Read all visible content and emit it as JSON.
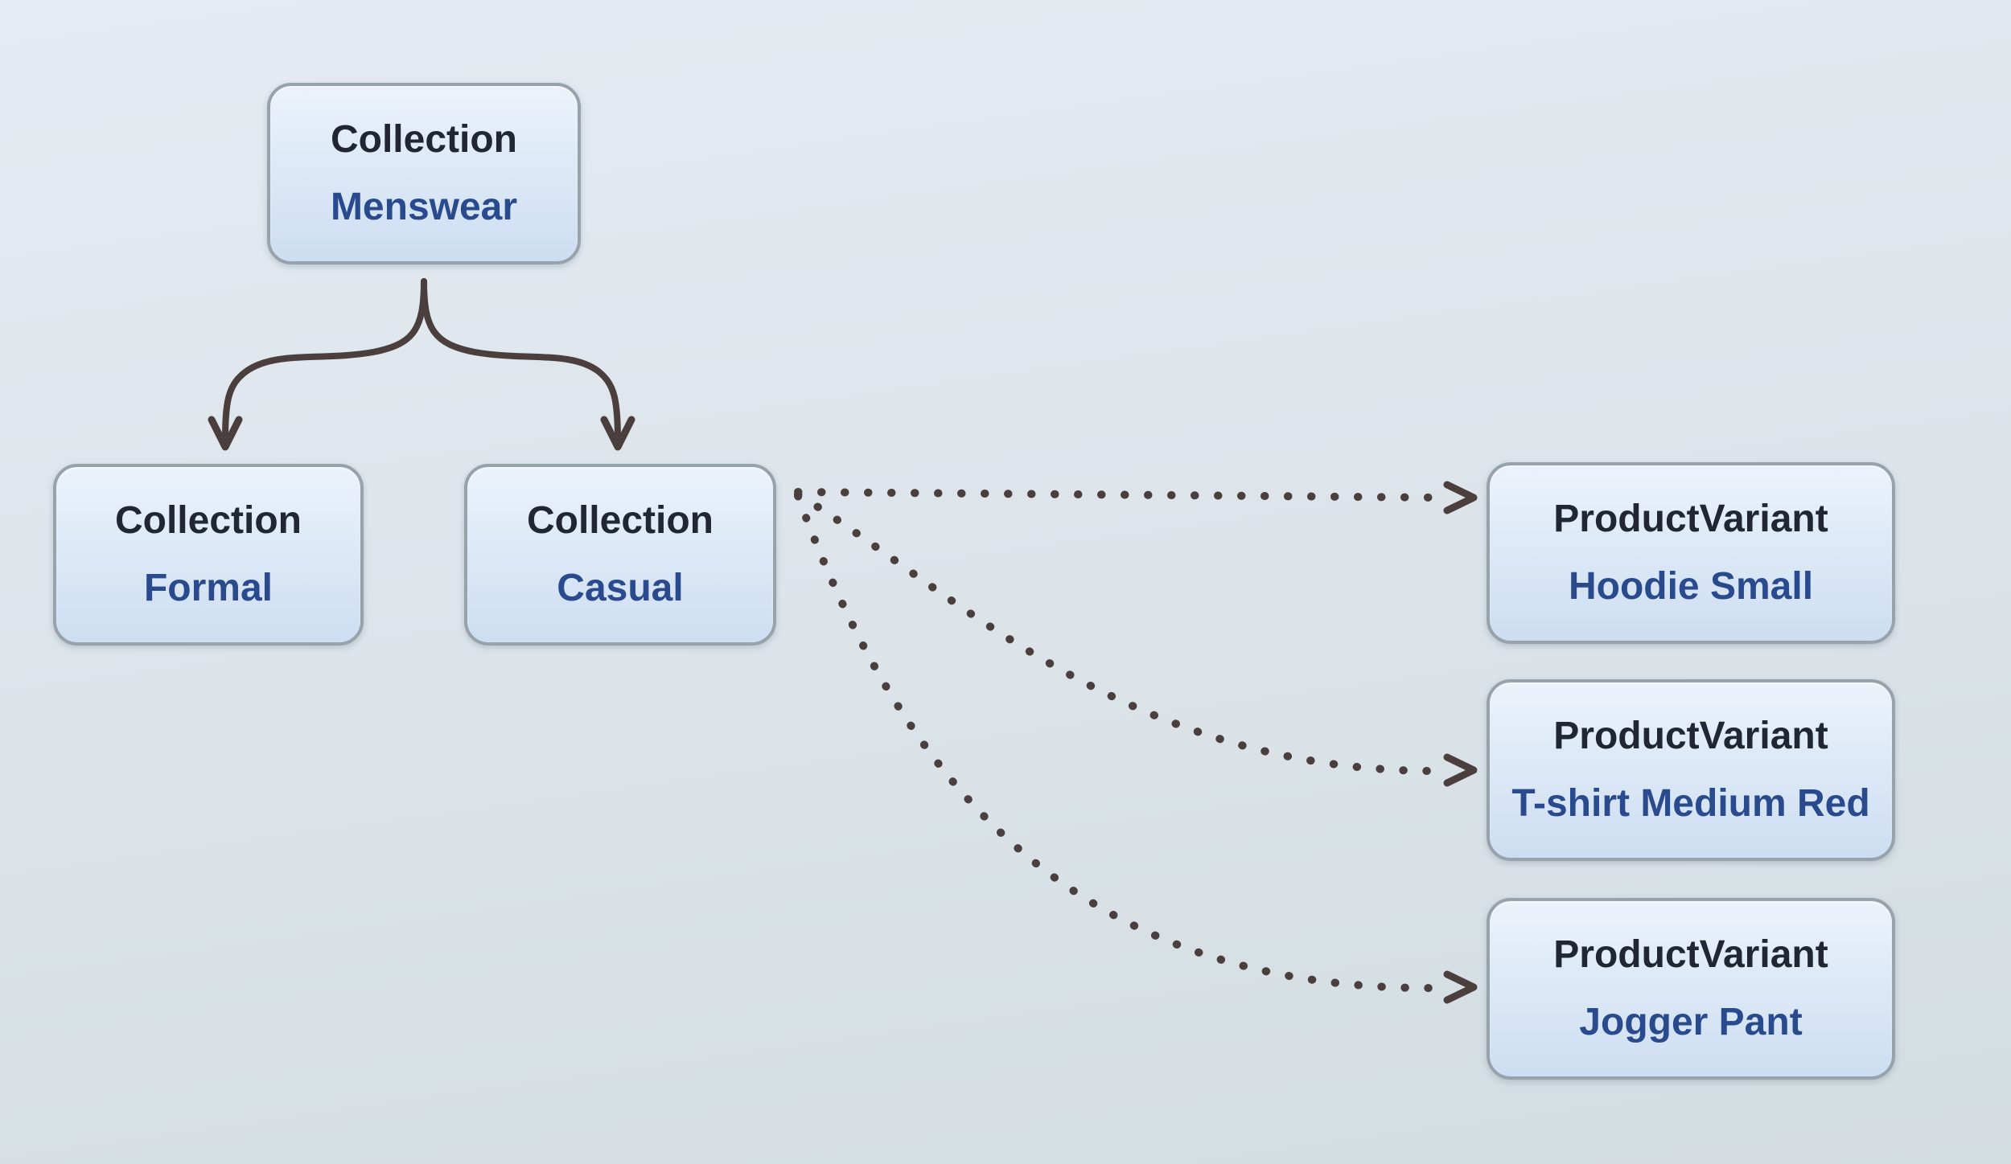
{
  "diagram": {
    "nodes": {
      "menswear": {
        "type": "Collection",
        "name": "Menswear"
      },
      "formal": {
        "type": "Collection",
        "name": "Formal"
      },
      "casual": {
        "type": "Collection",
        "name": "Casual"
      },
      "hoodie": {
        "type": "ProductVariant",
        "name": "Hoodie Small"
      },
      "tshirt": {
        "type": "ProductVariant",
        "name": "T-shirt Medium Red"
      },
      "jogger": {
        "type": "ProductVariant",
        "name": "Jogger Pant"
      }
    },
    "edges": [
      {
        "from": "Menswear",
        "to": "Formal",
        "style": "solid-curved-arrow"
      },
      {
        "from": "Menswear",
        "to": "Casual",
        "style": "solid-curved-arrow"
      },
      {
        "from": "Casual",
        "to": "Hoodie Small",
        "style": "dotted-curved-arrow"
      },
      {
        "from": "Casual",
        "to": "T-shirt Medium Red",
        "style": "dotted-curved-arrow"
      },
      {
        "from": "Casual",
        "to": "Jogger Pant",
        "style": "dotted-curved-arrow"
      }
    ],
    "colors": {
      "node_fill_top": "#ecf2fb",
      "node_fill_mid": "#dde9f7",
      "node_fill_bottom": "#cddef2",
      "node_border": "#98a2aa",
      "type_text": "#202733",
      "name_text": "#2a4a8e",
      "arrow_color": "#4b3f3e",
      "background_top": "#e4ebf2",
      "background_mid": "#dce4ea",
      "background_bottom": "#d3dce0"
    }
  }
}
